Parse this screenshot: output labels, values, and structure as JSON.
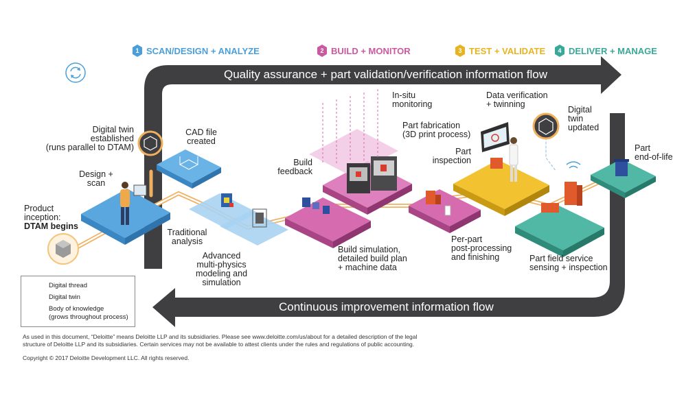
{
  "stages": [
    {
      "num": "1",
      "label": "SCAN/DESIGN + ANALYZE",
      "color": "#4a9fd8"
    },
    {
      "num": "2",
      "label": "BUILD + MONITOR",
      "color": "#c95aa0"
    },
    {
      "num": "3",
      "label": "TEST + VALIDATE",
      "color": "#e8b320"
    },
    {
      "num": "4",
      "label": "DELIVER + MANAGE",
      "color": "#3aa898"
    }
  ],
  "flows": {
    "top": "Quality assurance + part validation/verification information flow",
    "bottom": "Continuous improvement information flow"
  },
  "labels": {
    "product_inception_1": "Product",
    "product_inception_2": "inception:",
    "product_inception_3": "DTAM begins",
    "design_scan_1": "Design +",
    "design_scan_2": "scan",
    "digital_twin_est_1": "Digital twin",
    "digital_twin_est_2": "established",
    "digital_twin_est_3": "(runs parallel to DTAM)",
    "cad_1": "CAD file",
    "cad_2": "created",
    "traditional_1": "Traditional",
    "traditional_2": "analysis",
    "advanced_1": "Advanced",
    "advanced_2": "multi-physics",
    "advanced_3": "modeling and",
    "advanced_4": "simulation",
    "build_feedback_1": "Build",
    "build_feedback_2": "feedback",
    "insitu_1": "In-situ",
    "insitu_2": "monitoring",
    "fab_1": "Part fabrication",
    "fab_2": "(3D print process)",
    "build_sim_1": "Build simulation,",
    "build_sim_2": "detailed build plan",
    "build_sim_3": "+ machine data",
    "post_1": "Per-part",
    "post_2": "post-processing",
    "post_3": "and finishing",
    "inspection_1": "Part",
    "inspection_2": "inspection",
    "data_ver_1": "Data verification",
    "data_ver_2": "+ twinning",
    "twin_updated_1": "Digital",
    "twin_updated_2": "twin",
    "twin_updated_3": "updated",
    "eol_1": "Part",
    "eol_2": "end-of-life",
    "field_1": "Part field service",
    "field_2": "sensing + inspection"
  },
  "legend": {
    "thread": "Digital thread",
    "twin": "Digital twin",
    "body_1": "Body of knowledge",
    "body_2": "(grows throughout process)"
  },
  "footer": {
    "line1": "As used in this document, “Deloitte” means Deloitte LLP and its subsidiaries. Please see www.deloitte.com/us/about for a detailed description of the legal",
    "line2": "structure of Deloitte LLP and its subsidiaries. Certain services may not be available to attest clients under the rules and regulations of public accounting.",
    "copyright": "Copyright © 2017 Deloitte Development LLC. All rights reserved."
  }
}
